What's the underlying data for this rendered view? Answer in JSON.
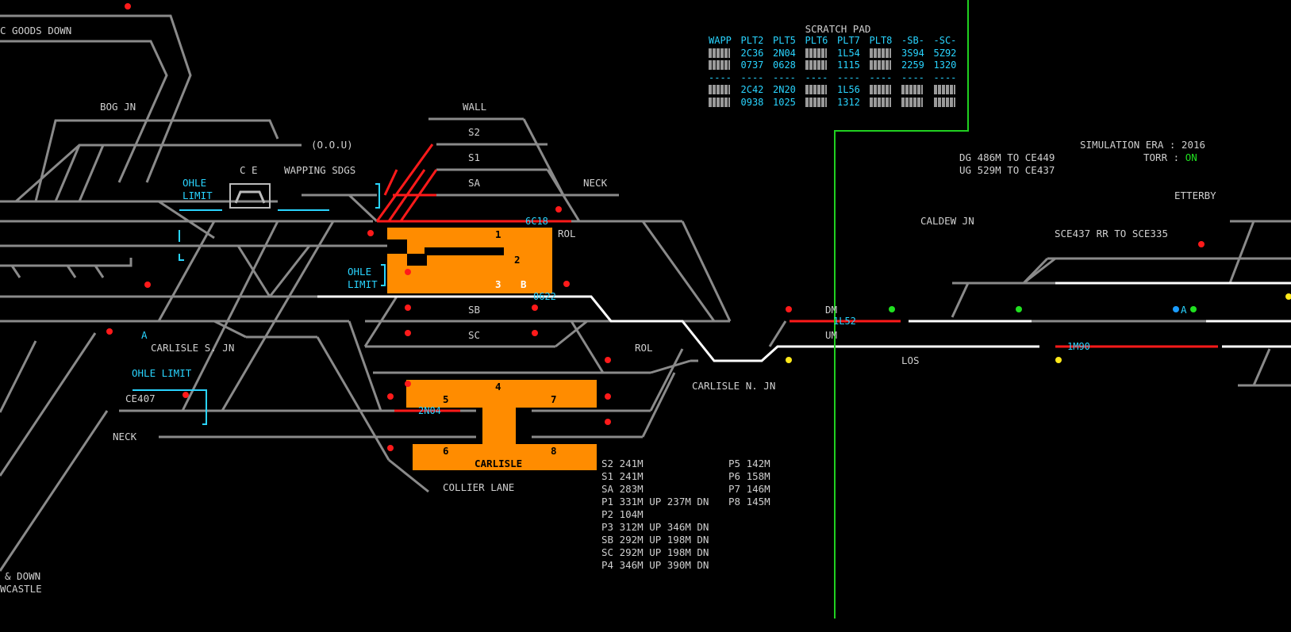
{
  "scratch_pad": {
    "title": "SCRATCH PAD",
    "headers": [
      "WAPP",
      "PLT2",
      "PLT5",
      "PLT6",
      "PLT7",
      "PLT8",
      "-SB-",
      "-SC-"
    ],
    "rows": [
      [
        "",
        "2C36",
        "2N04",
        "",
        "1L54",
        "",
        "3S94",
        "5Z92"
      ],
      [
        "",
        "0737",
        "0628",
        "",
        "1115",
        "",
        "2259",
        "1320"
      ],
      [
        "----",
        "----",
        "----",
        "----",
        "----",
        "----",
        "----",
        "----"
      ],
      [
        "",
        "2C42",
        "2N20",
        "",
        "1L56",
        "",
        "",
        ""
      ],
      [
        "",
        "0938",
        "1025",
        "",
        "1312",
        "",
        "",
        ""
      ]
    ]
  },
  "info": {
    "era_label": "SIMULATION ERA : 2016",
    "torr_label": "TORR : ",
    "torr_value": "ON",
    "dg": "DG 486M TO CE449",
    "ug": "UG 529M TO CE437",
    "sce": "SCE437 RR TO SCE335"
  },
  "labels": {
    "goods_down": "C GOODS DOWN",
    "bog_jn": "BOG JN",
    "oou": "(O.O.U)",
    "ce": "C E",
    "wapping": "WAPPING SDGS",
    "wall": "WALL",
    "s2": "S2",
    "s1": "S1",
    "sa": "SA",
    "neck_top": "NECK",
    "rol_top": "ROL",
    "ohle1a": "OHLE",
    "ohle1b": "LIMIT",
    "ohle2a": "OHLE",
    "ohle2b": "LIMIT",
    "ohle3": "OHLE LIMIT",
    "sb": "SB",
    "sc": "SC",
    "carlisle_s_jn": "CARLISLE S. JN",
    "ce407": "CE407",
    "neck_bottom": "NECK",
    "rol_mid": "ROL",
    "carlisle_n_jn": "CARLISLE N. JN",
    "dm": "DM",
    "um": "UM",
    "los": "LOS",
    "caldew_jn": "CALDEW JN",
    "etterby": "ETTERBY",
    "collier_lane": "COLLIER LANE",
    "carlisle": "CARLISLE",
    "up_down": "& DOWN",
    "newcastle": "WCASTLE",
    "a_marker": "A",
    "a_marker2": "A"
  },
  "platforms": {
    "p1": "1",
    "p2": "2",
    "p3": "3",
    "pB": "B",
    "p4": "4",
    "p5": "5",
    "p6": "6",
    "p7": "7",
    "p8": "8"
  },
  "berths": {
    "b6c18": "6C18",
    "b0622": "0622",
    "b2n04": "2N04",
    "b1l52": "1L52",
    "b1m90": "1M90"
  },
  "lengths_left": [
    "S2 241M",
    "S1 241M",
    "SA 283M",
    "P1 331M UP 237M DN",
    "P2 104M",
    "P3 312M UP 346M DN",
    "SB 292M UP 198M DN",
    "SC 292M UP 198M DN",
    "P4 346M UP 390M DN"
  ],
  "lengths_right": [
    "P5 142M",
    "P6 158M",
    "P7 146M",
    "P8 145M"
  ],
  "colors": {
    "track_idle": "#8a8a8a",
    "track_set": "#ffffff",
    "track_occupied": "#ff1a1a",
    "platform": "#ff8c00",
    "text_cyan": "#29d4ff",
    "border_green": "#20d020"
  }
}
